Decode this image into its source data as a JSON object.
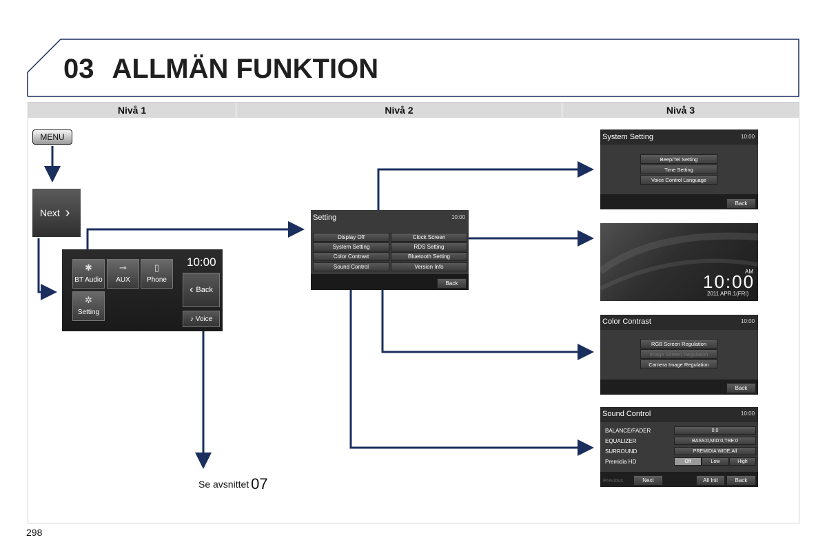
{
  "header": {
    "number": "03",
    "title": "ALLMÄN FUNKTION"
  },
  "columns": [
    "Nivå 1",
    "Nivå 2",
    "Nivå 3"
  ],
  "level1": {
    "menu_button": "MENU",
    "next_button": "Next",
    "home": {
      "clock": "10:00",
      "apps": [
        "BT Audio",
        "AUX",
        "Phone",
        "Setting"
      ],
      "back": "Back",
      "voice": "Voice"
    },
    "see_text": "Se avsnittet",
    "see_number": "07"
  },
  "setting_screen": {
    "title": "Setting",
    "time": "10:00",
    "items": [
      "Display Off",
      "Clock Screen",
      "System Setting",
      "RDS Setting",
      "Color Contrast",
      "Bluetooth Setting",
      "Sound Control",
      "Version Info"
    ],
    "back": "Back"
  },
  "system_setting": {
    "title": "System Setting",
    "time": "10:00",
    "items": [
      "Beep/Tel Setting",
      "Time Setting",
      "Voice Control Language"
    ],
    "back": "Back"
  },
  "clock_screen": {
    "ampm": "AM",
    "time": "10:00",
    "date": "2011 APR.1(FRI)"
  },
  "color_contrast": {
    "title": "Color Contrast",
    "time": "10:00",
    "items": [
      "RGB Screen Regulation",
      "Image Screen Regulation",
      "Camera Image Regulation"
    ],
    "back": "Back"
  },
  "sound_control": {
    "title": "Sound Control",
    "time": "10:00",
    "rows": [
      {
        "label": "BALANCE/FADER",
        "value": "0,0"
      },
      {
        "label": "EQUALIZER",
        "value": "BASS:0,MID:0,TRE:0"
      },
      {
        "label": "SURROUND",
        "value": "PREMIDIA WIDE,All"
      }
    ],
    "premidia_label": "Premidia HD",
    "premidia_options": [
      "Off",
      "Low",
      "High"
    ],
    "previous": "Previous",
    "next": "Next",
    "all_init": "All Init",
    "back": "Back"
  },
  "page_number": "298",
  "colors": {
    "arrow": "#1b2f5e",
    "header_border": "#1b2f5e",
    "column_header_bg": "#dadada"
  }
}
